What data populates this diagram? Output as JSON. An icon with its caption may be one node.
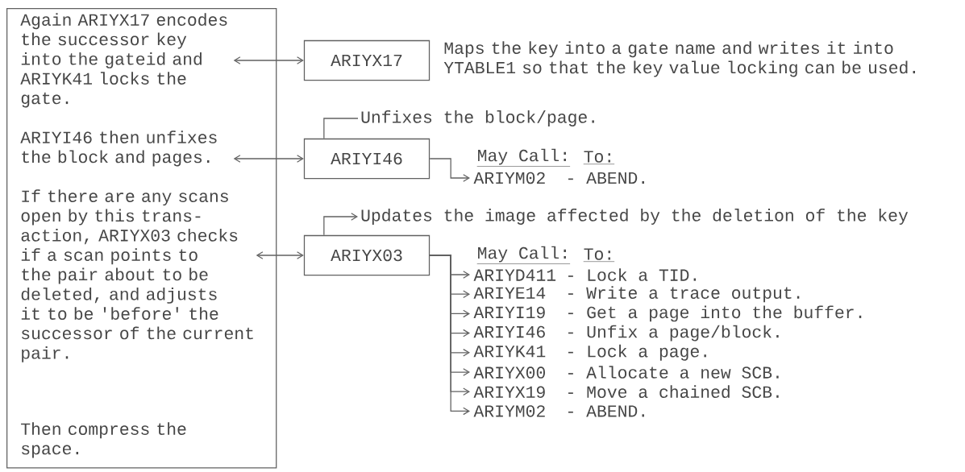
{
  "diagram": {
    "nodes": [
      {
        "text": [],
        "shape": "box"
      },
      {
        "text": [
          "Again ARIYX17 encodes the successor key into the gateid and ARIYK41 locks the gate."
        ],
        "in": 0
      },
      {
        "text": [
          "ARIYI46 then unfixes the block and pages."
        ],
        "in": 0
      },
      {
        "text": [
          "If there are any scans open by this trans-action, ARIYX03 checks if a scan points to the pair about to be deleted, and adjusts it to be 'before' the successor of the current pair."
        ],
        "in": 0
      },
      {
        "text": [
          "ARIYX17"
        ],
        "beside": [
          "Maps the key into a gate name and writes it into YTABLE1 so that the key value locking can be used."
        ]
      },
      {
        "text": [
          "Unfixes the block/page."
        ]
      },
      {
        "text": [
          "ARIYI46"
        ]
      },
      {
        "text": [
          "ARIYM02",
          "- ABEND."
        ]
      },
      {
        "text": [
          "Updates the image affected by the deletion of the key"
        ]
      },
      {
        "text": [
          "ARIYX03"
        ]
      },
      {
        "text": [
          "ARIYD411",
          "- Lock a TID."
        ]
      },
      {
        "text": [
          "ARIYE14",
          "- Write a trace output."
        ]
      },
      {
        "text": [
          "ARIYI19",
          "- Get a page into the buffer."
        ]
      },
      {
        "text": [
          "ARIYI46",
          "- Unfix a page/block."
        ]
      },
      {
        "text": [
          "ARIYK41",
          "- Lock a page."
        ]
      },
      {
        "text": [
          "ARIYX00",
          "- Allocate a new SCB."
        ]
      },
      {
        "text": [
          "ARIYX19",
          "- Move a chained SCB."
        ]
      },
      {
        "text": [
          "ARIYM02",
          "- ABEND."
        ]
      }
    ],
    "edges": [
      {
        "from": 1,
        "to": 4,
        "arrow": "both"
      },
      {
        "from": 2,
        "to": 6,
        "arrow": "both"
      },
      {
        "from": 3,
        "to": 9,
        "arrow": "both"
      },
      {
        "from": 6,
        "to": 5,
        "arrow": "none"
      },
      {
        "from": 6,
        "to": 7,
        "arrow": "to"
      },
      {
        "from": 9,
        "to": 8,
        "arrow": "to"
      },
      {
        "from": 9,
        "to": 10,
        "arrow": "to"
      },
      {
        "from": 9,
        "to": 11,
        "arrow": "to"
      },
      {
        "from": 9,
        "to": 12,
        "arrow": "to"
      },
      {
        "from": 9,
        "to": 13,
        "arrow": "to"
      },
      {
        "from": 9,
        "to": 14,
        "arrow": "to"
      },
      {
        "from": 9,
        "to": 15,
        "arrow": "to"
      },
      {
        "from": 9,
        "to": 16,
        "arrow": "to"
      },
      {
        "from": 9,
        "to": 17,
        "arrow": "to"
      }
    ],
    "labels": [
      "May Call:",
      "To:",
      "May Call:",
      "To:",
      "Then compress the space."
    ]
  }
}
